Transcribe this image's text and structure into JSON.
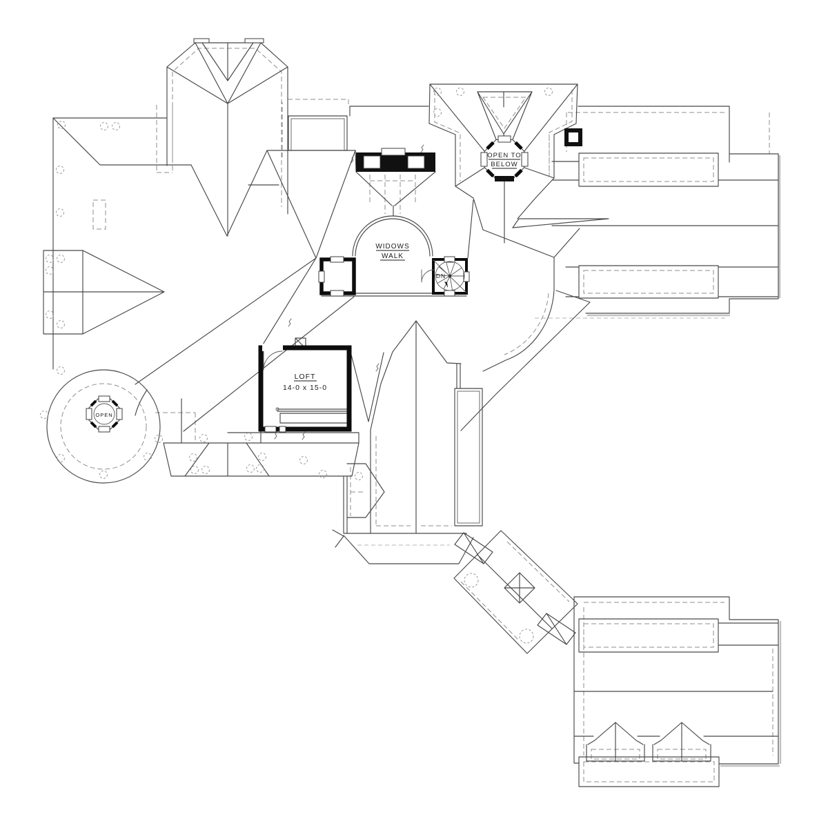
{
  "page": {
    "background": "#ffffff"
  },
  "drawing": {
    "type": "architectural-roof-plan",
    "labels": {
      "open_to_below_1": "OPEN TO",
      "open_to_below_2": "BELOW",
      "widows_walk_1": "WIDOWS",
      "widows_walk_2": "WALK",
      "stair_direction": "DN",
      "loft_name": "LOFT",
      "loft_dims": "14-0 x 15-0",
      "cupola_open": "OPEN"
    },
    "colors": {
      "line": "#474747",
      "dashed_wall": "#8d8d8d",
      "thick_wall": "#111111",
      "background": "#ffffff"
    }
  }
}
